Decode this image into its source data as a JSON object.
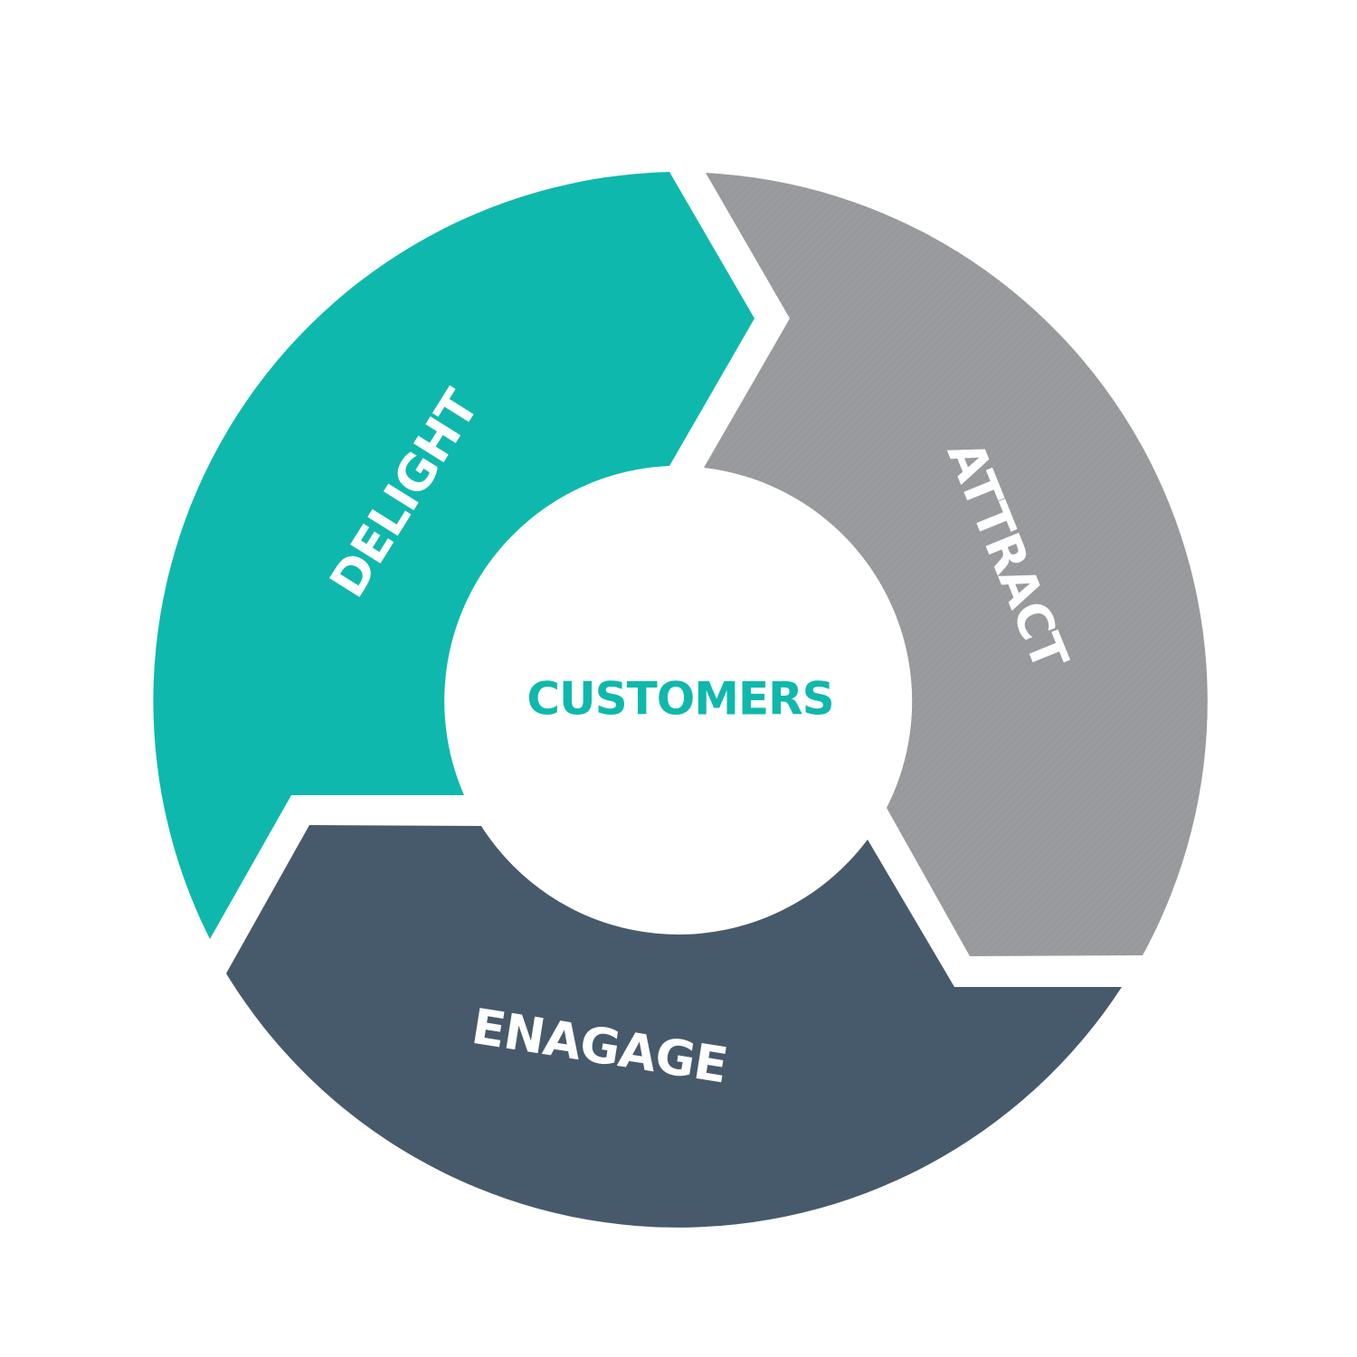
{
  "center": {
    "label": "CUSTOMERS"
  },
  "segments": [
    {
      "label": "DELIGHT"
    },
    {
      "label": "ATTRACT"
    },
    {
      "label": "ENAGAGE"
    }
  ],
  "colors": {
    "delight": "#0fb8ac",
    "attract": "#98999d",
    "engage": "#465a6b",
    "center_text": "#0fb8ac",
    "label_text": "#ffffff",
    "background": "#ffffff"
  }
}
